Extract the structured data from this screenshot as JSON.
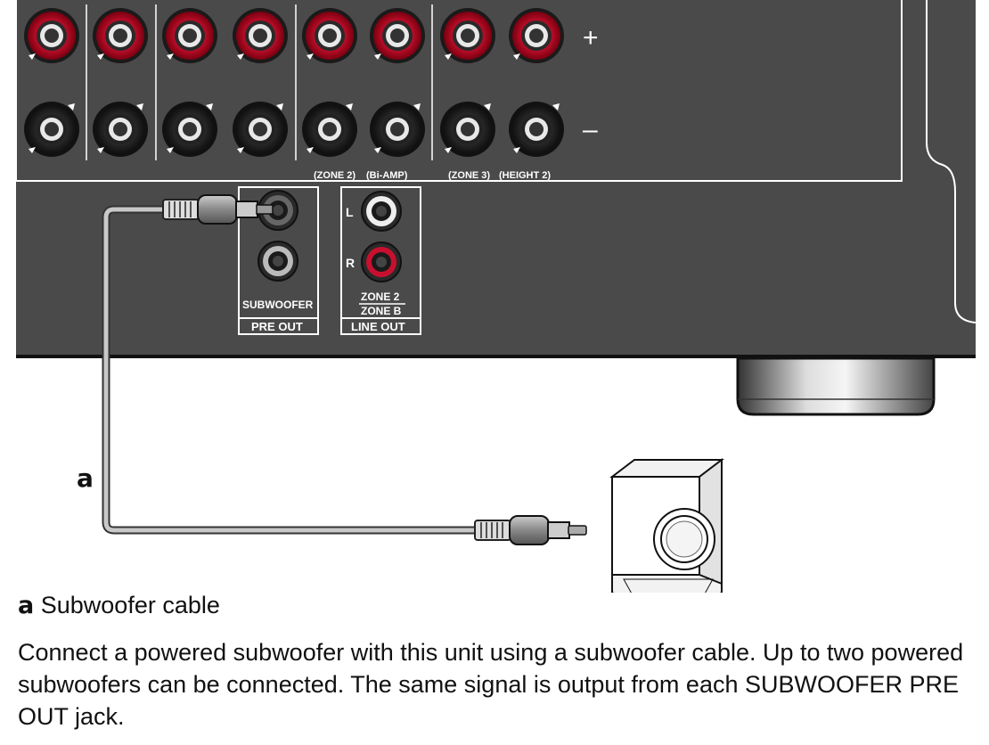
{
  "panel": {
    "plus_label": "+",
    "minus_label": "–",
    "zone_labels": [
      "(ZONE 2)",
      "(Bi-AMP)",
      "(ZONE 3)",
      "(HEIGHT 2)"
    ],
    "pre_out": {
      "jack_label": "SUBWOOFER",
      "group_label": "PRE OUT"
    },
    "line_out": {
      "left_label": "L",
      "right_label": "R",
      "zone_line1": "ZONE 2",
      "zone_line2": "ZONE B",
      "group_label": "LINE OUT"
    }
  },
  "cable_marker": "a",
  "caption": {
    "marker": "a",
    "text": "Subwoofer cable"
  },
  "description": "Connect a powered subwoofer with this unit using a subwoofer cable. Up to two powered subwoofers can be connected. The same signal is output from each SUBWOOFER PRE OUT jack.",
  "colors": {
    "panel": "#4a4a4a",
    "terminal_red": "#c8102e",
    "cable": "#b0b0b0"
  }
}
